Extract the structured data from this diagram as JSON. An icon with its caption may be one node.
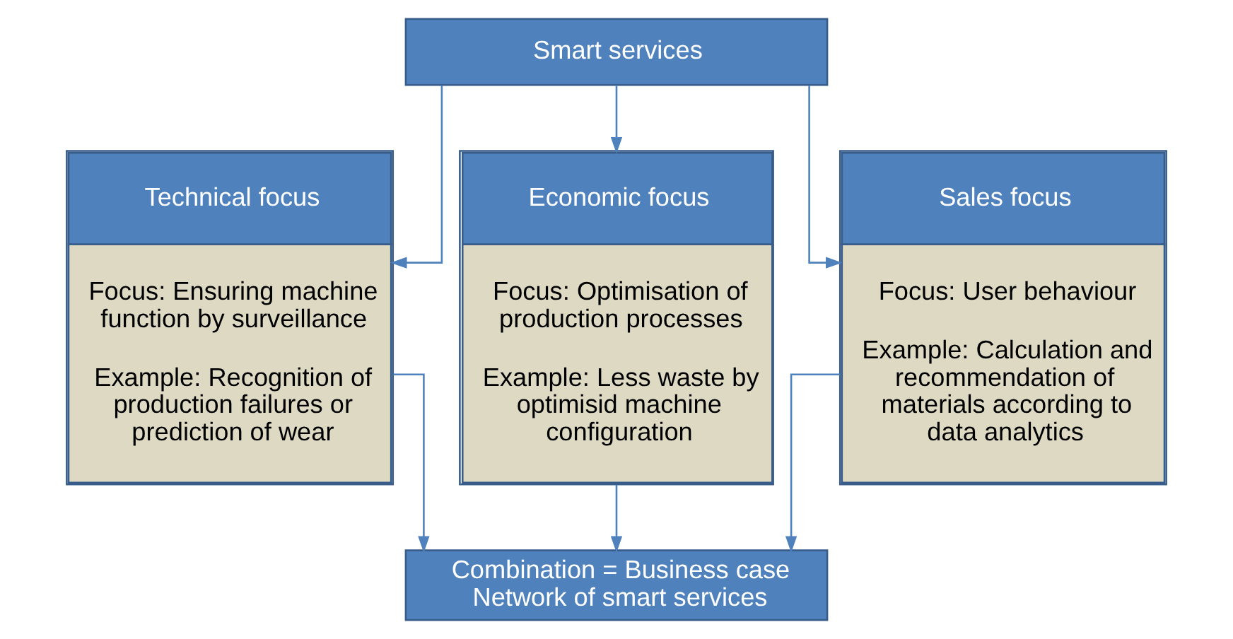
{
  "diagram": {
    "nodes": [
      {
        "text": [
          "Smart services"
        ]
      },
      {
        "text": [
          "Technical focus",
          "Focus: Ensuring machine function by surveillance",
          "Example: Recognition of production failures or prediction of wear"
        ]
      },
      {
        "text": [
          "Economic focus",
          "Focus: Optimisation of production processes",
          "Example: Less waste by optimisid machine configuration"
        ]
      },
      {
        "text": [
          "Sales focus",
          "Focus: User behaviour",
          "Example: Calculation and recommendation of materials according to data analytics"
        ]
      },
      {
        "text": [
          "Combination = Business case",
          "Network of smart services"
        ]
      }
    ],
    "edges": [
      {
        "from": 0,
        "to": 1,
        "arrow": "to"
      },
      {
        "from": 0,
        "to": 2,
        "arrow": "to"
      },
      {
        "from": 0,
        "to": 3,
        "arrow": "to"
      },
      {
        "from": 1,
        "to": 4,
        "arrow": "to"
      },
      {
        "from": 2,
        "to": 4,
        "arrow": "to"
      },
      {
        "from": 3,
        "to": 4,
        "arrow": "to"
      }
    ]
  }
}
